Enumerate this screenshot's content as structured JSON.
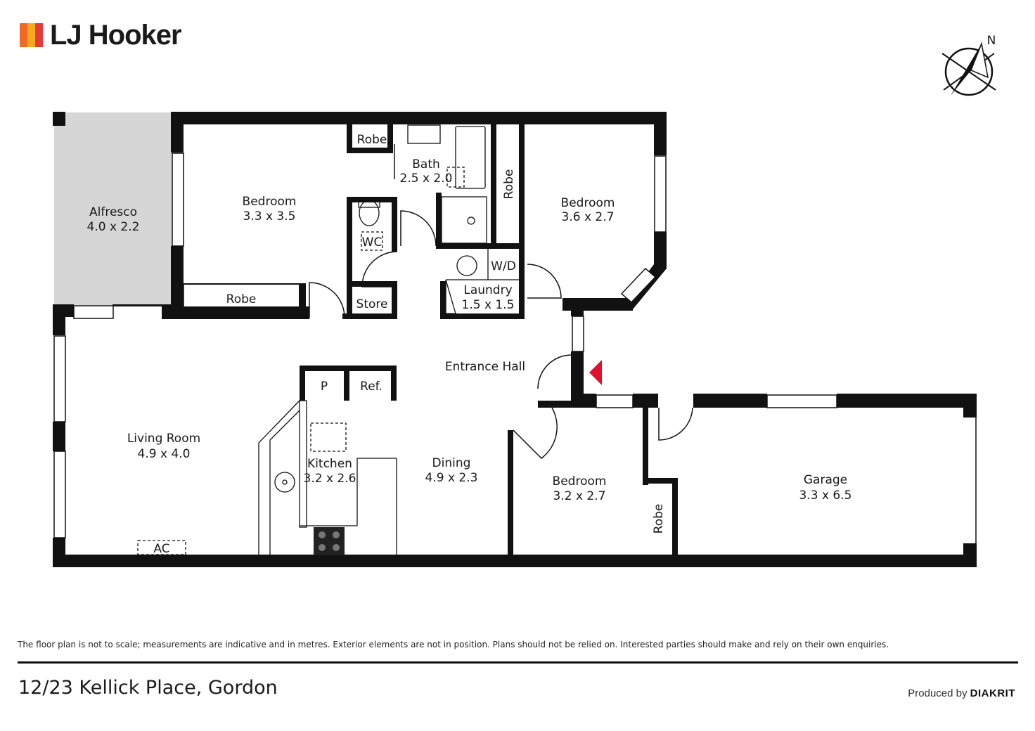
{
  "brand": {
    "name": "LJ Hooker",
    "bar_colors": [
      "#f26a21",
      "#f7a81b",
      "#e23b3b"
    ]
  },
  "compass": {
    "north_label": "N"
  },
  "rooms": {
    "alfresco": {
      "name": "Alfresco",
      "size": "4.0 x 2.2"
    },
    "bedroom1": {
      "name": "Bedroom",
      "size": "3.3 x 3.5"
    },
    "robe_top": {
      "name": "Robe"
    },
    "bath": {
      "name": "Bath",
      "size": "2.5 x 2.0"
    },
    "robe_vertical": {
      "name": "Robe"
    },
    "bedroom2": {
      "name": "Bedroom",
      "size": "3.6 x 2.7"
    },
    "wc": {
      "name": "WC"
    },
    "robe_bed1": {
      "name": "Robe"
    },
    "store": {
      "name": "Store"
    },
    "wd": {
      "name": "W/D"
    },
    "laundry": {
      "name": "Laundry",
      "size": "1.5 x 1.5"
    },
    "entrance": {
      "name": "Entrance Hall"
    },
    "pantry": {
      "name": "P"
    },
    "ref": {
      "name": "Ref."
    },
    "living": {
      "name": "Living Room",
      "size": "4.9 x 4.0"
    },
    "kitchen": {
      "name": "Kitchen",
      "size": "3.2 x 2.6"
    },
    "dining": {
      "name": "Dining",
      "size": "4.9 x 2.3"
    },
    "bedroom3": {
      "name": "Bedroom",
      "size": "3.2 x 2.7"
    },
    "garage": {
      "name": "Garage",
      "size": "3.3 x 6.5"
    },
    "robe_garage": {
      "name": "Robe"
    },
    "ac": {
      "name": "AC"
    }
  },
  "colors": {
    "wall": "#111111",
    "alfresco_fill": "#d6d6d6",
    "entry_marker": "#e0102e"
  },
  "footer": {
    "disclaimer": "The floor plan is not to scale; measurements are indicative and in metres. Exterior elements are not in position. Plans should not be relied on. Interested parties should make and rely on their own enquiries.",
    "address": "12/23 Kellick Place, Gordon",
    "produced_by": "Produced by",
    "producer": "DIAKRIT"
  }
}
